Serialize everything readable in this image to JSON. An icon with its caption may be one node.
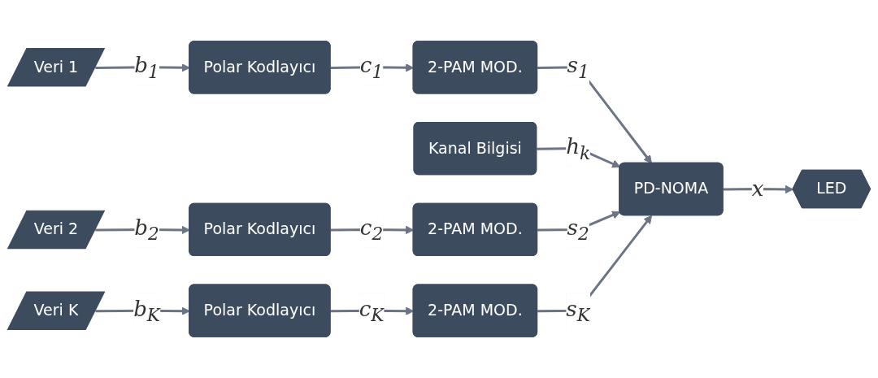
{
  "diagram": {
    "nodes": [
      {
        "text": [
          "Veri 1"
        ]
      },
      {
        "text": [
          "Polar Kodlayıcı"
        ]
      },
      {
        "text": [
          "2-PAM MOD."
        ]
      },
      {
        "text": [
          "Kanal Bilgisi"
        ]
      },
      {
        "text": [
          "Veri 2"
        ]
      },
      {
        "text": [
          "Polar Kodlayıcı"
        ]
      },
      {
        "text": [
          "2-PAM MOD."
        ]
      },
      {
        "text": [
          "PD-NOMA"
        ]
      },
      {
        "text": [
          "LED"
        ]
      },
      {
        "text": [
          "Veri K"
        ]
      },
      {
        "text": [
          "Polar Kodlayıcı"
        ]
      },
      {
        "text": [
          "2-PAM MOD."
        ]
      }
    ],
    "edges": [
      {
        "from": 0,
        "to": 1,
        "arrow": "to",
        "label": "b$_{1}$"
      },
      {
        "from": 1,
        "to": 2,
        "arrow": "to",
        "label": "c$_{1}$"
      },
      {
        "from": 2,
        "to": 7,
        "arrow": "to",
        "label": "s$_{1}$"
      },
      {
        "from": 3,
        "to": 7,
        "arrow": "to",
        "label": "h$_{k}$"
      },
      {
        "from": 4,
        "to": 5,
        "arrow": "to",
        "label": "b$_{2}$"
      },
      {
        "from": 5,
        "to": 6,
        "arrow": "to",
        "label": "c$_{2}$"
      },
      {
        "from": 6,
        "to": 7,
        "arrow": "to",
        "label": "s$_{2}$"
      },
      {
        "from": 7,
        "to": 8,
        "arrow": "to",
        "label": "x"
      },
      {
        "from": 9,
        "to": 10,
        "arrow": "to",
        "label": "b$_{K}$"
      },
      {
        "from": 10,
        "to": 11,
        "arrow": "to",
        "label": "c$_{K}$"
      },
      {
        "from": 11,
        "to": 7,
        "arrow": "to",
        "label": "s$_{K}$"
      }
    ]
  }
}
